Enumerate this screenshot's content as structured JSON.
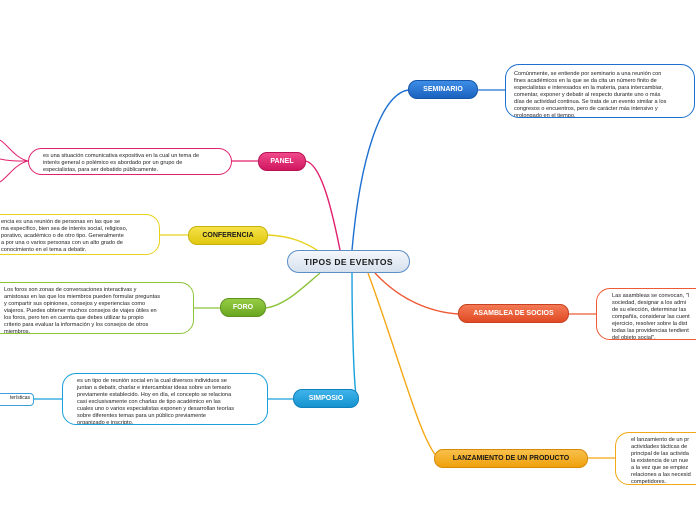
{
  "central": {
    "label": "TIPOS DE EVENTOS"
  },
  "topics": {
    "seminario": {
      "label": "SEMINARIO",
      "color": "#1d6fd1",
      "text": "Comúnmente, se entiende por seminario a una reunión con\nfines académicos en la que se da cita un número finito de\nespecialistas e interesados en la materia, para intercambiar,\ncomentar, exponer y debatir al respecto durante uno o más\ndías de actividad continua. Se trata de un evento similar a los\ncongresos o encuentros, pero de carácter más intensivo y\nprolongado en el tiempo."
    },
    "panel": {
      "label": "PANEL",
      "color": "#e0206e",
      "text": "es una situación comunicativa expositiva en la cual un tema de\ninterés general o polémico es abordado por un grupo de\nespecialistas, para ser debatido públicamente."
    },
    "conferencia": {
      "label": "CONFERENCIA",
      "color": "#e8d21c",
      "text": "encia es una reunión de personas en las que se\nma específico, bien sea de interés social, religioso,\nporativo, académico o de otro tipo. Generalmente\na por una o varios personas con un alto grado de\nconocimiento en el tema a debatir."
    },
    "foro": {
      "label": "FORO",
      "color": "#7ab829",
      "text": "Los foros son zonas de conversaciones interactivas y\namistosas en las que los miembros pueden formular preguntas\ny compartir sus opiniones, consejos y experiencias como\nviajeros. Puedes obtener muchos consejos de viajes útiles en\nlos foros, pero ten en cuenta que debes utilizar tu propio\ncriterio para evaluar la información y los consejos de otros\nmiembros."
    },
    "simposio": {
      "label": "SIMPOSIO",
      "color": "#1aa0dc",
      "text": "es un tipo de reunión social en la cual diversos individuos se\njuntan a debatir, charlar e intercambiar ideas sobre un temario\npreviamente establecido. Hoy en día, el concepto se relaciona\ncasi exclusivamente con charlas de tipo académico en las\ncuales uno o varios especialistas exponen y desarrollan teorías\nsobre diferentes temas para un público previamente\norganizado e inscripto.",
      "leaf": "terísticas"
    },
    "asamblea": {
      "label": "ASAMBLEA DE SOCIOS",
      "color": "#ee5a35",
      "text": "Las asambleas se convocan, \"l\nsociedad, designar a los admi\nde su elección, determinar las\ncompañía, considerar las cuent\nejercicio, resolver sobre la dist\ntodas las providencias tendient\ndel objeto social\"."
    },
    "lanzamiento": {
      "label": "LANZAMIENTO DE UN PRODUCTO",
      "color": "#f5a816",
      "text": "el lanzamiento de un pr\nactividades tácticas de\nprincipal de las activida\nla existencia de un nue\na la vez que se empiez\nrelaciones a las necesid\ncompetidores."
    }
  }
}
